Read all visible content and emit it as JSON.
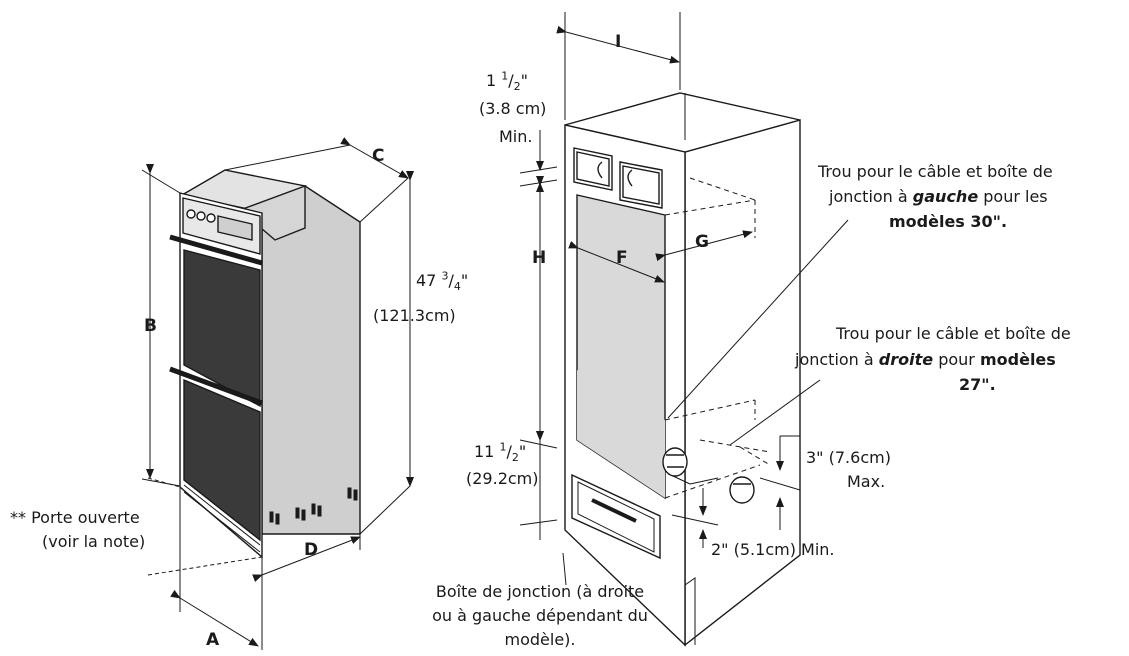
{
  "letters": {
    "A": "A",
    "B": "B",
    "C": "C",
    "D": "D",
    "F": "F",
    "G": "G",
    "H": "H",
    "I": "I"
  },
  "oven_height": {
    "whole": "47",
    "num": "3",
    "den": "4",
    "inch": "\"",
    "cm": "(121.3cm)"
  },
  "top_clearance": {
    "whole": "1",
    "num": "1",
    "den": "2",
    "inch": "\"",
    "cm": "(3.8 cm)",
    "min": "Min."
  },
  "bottom_height": {
    "whole": "11",
    "num": "1",
    "den": "2",
    "inch": "\"",
    "cm": "(29.2cm)"
  },
  "door_note": {
    "line1": "** Porte ouverte",
    "line2": "(voir la note)"
  },
  "hole_left": {
    "line1": "Trou pour le câble et boîte de",
    "line2_pre": "jonction à ",
    "line2_em": "gauche",
    "line2_post": " pour les",
    "line3": "modèles 30\"."
  },
  "hole_right": {
    "line1": "Trou pour le câble et boîte de",
    "line2_pre": "jonction à ",
    "line2_em": "droite",
    "line2_mid": " pour ",
    "line2_b": "modèles",
    "line3": "27\"."
  },
  "max_3in": {
    "line1": "3\" (7.6cm)",
    "line2": "Max."
  },
  "min_2in": {
    "text": "2\" (5.1cm) Min."
  },
  "junction_box": {
    "line1": "Boîte de jonction (à droite",
    "line2": "ou à gauche dépendant du",
    "line3": "modèle)."
  },
  "colors": {
    "line": "#1a1a1a",
    "panel": "#d9d9d9",
    "dark": "#3a3a3a",
    "oven_body": "#cfcfcf"
  }
}
